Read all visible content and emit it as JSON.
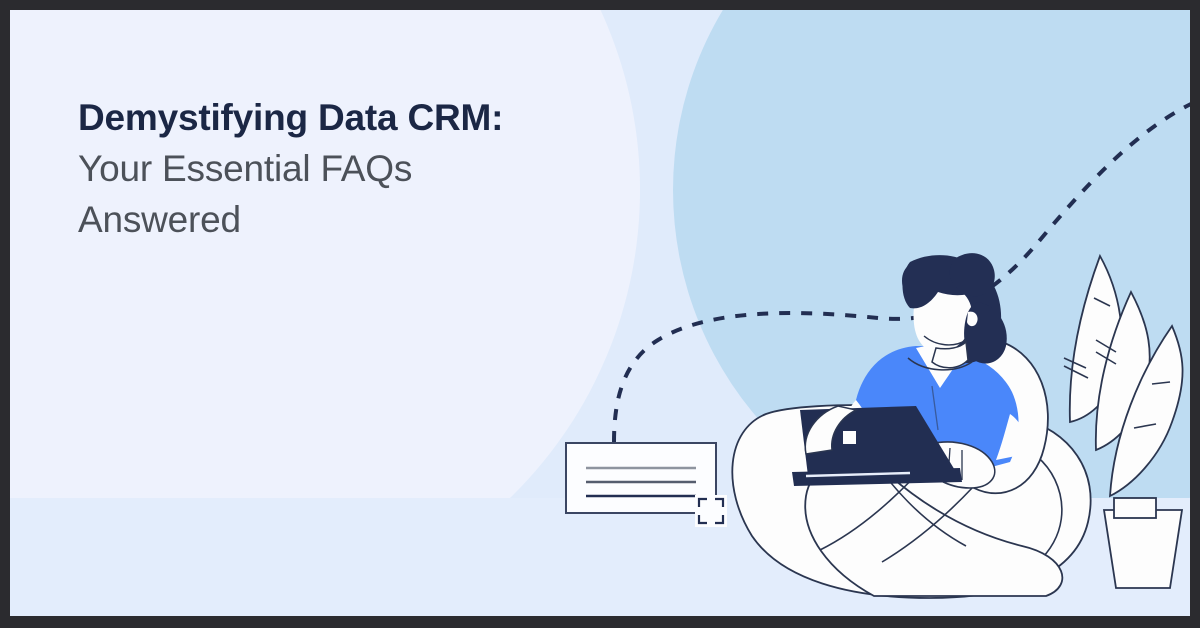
{
  "banner": {
    "frame_color": "#2b2b2f",
    "background_color": "#e0ebfb",
    "soft_circle_color": "#eef2fd",
    "accent_circle_color": "#bedcf2"
  },
  "headline": {
    "line1": "Demystifying Data CRM:",
    "line2": "Your Essential FAQs",
    "line3": "Answered",
    "line1_color": "#1b2745",
    "line2_color": "#4c5159",
    "line3_color": "#4c5159"
  },
  "illustration": {
    "name": "woman-on-beanbag-with-laptop",
    "description": "Flat illustration of a woman with a dark hair bun wearing a blue top, sitting cross-legged on a white beanbag with a dark navy laptop, a potted plant with three leaves at her right, and a dashed curve linking a document card to her.",
    "colors": {
      "shirt_blue": "#4a87fa",
      "hair_navy": "#232f54",
      "laptop_navy": "#222e52",
      "line_navy": "#222e52",
      "white": "#fdfdfd"
    },
    "document_card": {
      "name": "document-card",
      "line_count": 3,
      "corner_marker": "crop-marks-icon"
    },
    "plant": {
      "name": "potted-plant",
      "leaf_count": 3
    },
    "dashed_connector": {
      "name": "dashed-connector-path",
      "style": "dashed",
      "color": "#222e52"
    }
  }
}
